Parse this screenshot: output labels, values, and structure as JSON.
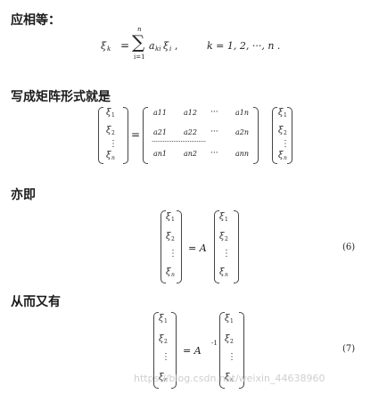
{
  "headings": {
    "h1": "应相等：",
    "h2": "写成矩阵形式就是",
    "h3": "亦即",
    "h4": "从而又有"
  },
  "formula1": {
    "lhs": "ξ",
    "lhs_sub": "k",
    "eq": "=",
    "sum": "∑",
    "sum_upper": "n",
    "sum_lower": "i=1",
    "term": "a",
    "term_sub": "ki",
    "term2": "ξ",
    "term2_sub": "i",
    "condition": "k = 1, 2, ···, n ."
  },
  "vector": {
    "e1": "ξ",
    "s1": "1",
    "e2": "ξ",
    "s2": "2",
    "dots": "⋮",
    "en": "ξ",
    "sn": "n"
  },
  "matrix": {
    "r1": [
      "a11",
      "a12",
      "···",
      "a1n"
    ],
    "r2": [
      "a21",
      "a22",
      "···",
      "a2n"
    ],
    "dotrow": "······························",
    "rn": [
      "an1",
      "an2",
      "···",
      "ann"
    ]
  },
  "eq6": {
    "op": "= A",
    "number": "(6)"
  },
  "eq7": {
    "op": "= A",
    "sup": "-1",
    "number": "(7)"
  },
  "watermark": "https://blog.csdn.net/weixin_44638960"
}
